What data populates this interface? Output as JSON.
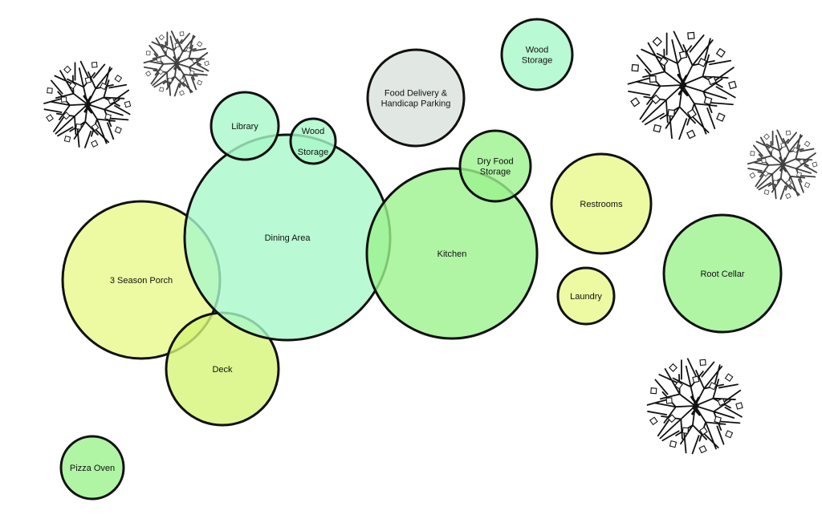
{
  "colors": {
    "yellow": "#e9f98a",
    "lime": "#d6f577",
    "mint": "#a8f8c8",
    "green": "#9bf28d",
    "gray": "#d9e2dc",
    "outline": "#111111"
  },
  "bubbles": [
    {
      "id": "3-season-porch",
      "lines": [
        "3 Season Porch"
      ],
      "color": "yellow"
    },
    {
      "id": "pizza-oven",
      "lines": [
        "Pizza Oven"
      ],
      "color": "green"
    },
    {
      "id": "deck",
      "lines": [
        "Deck"
      ],
      "color": "lime"
    },
    {
      "id": "dining-area",
      "lines": [
        "Dining Area"
      ],
      "color": "mint"
    },
    {
      "id": "library",
      "lines": [
        "Library"
      ],
      "color": "mint"
    },
    {
      "id": "wood-storage-small",
      "lines": [
        "Wood",
        "Storage"
      ],
      "color": "mint"
    },
    {
      "id": "food-delivery",
      "lines": [
        "Food Delivery &",
        "Handicap Parking"
      ],
      "color": "gray"
    },
    {
      "id": "wood-storage",
      "lines": [
        "Wood",
        "Storage"
      ],
      "color": "mint"
    },
    {
      "id": "kitchen",
      "lines": [
        "Kitchen"
      ],
      "color": "green"
    },
    {
      "id": "dry-food-storage",
      "lines": [
        "Dry Food",
        "Storage"
      ],
      "color": "green"
    },
    {
      "id": "restrooms",
      "lines": [
        "Restrooms"
      ],
      "color": "yellow"
    },
    {
      "id": "laundry",
      "lines": [
        "Laundry"
      ],
      "color": "yellow"
    },
    {
      "id": "root-cellar",
      "lines": [
        "Root Cellar"
      ],
      "color": "green"
    }
  ],
  "trees": [
    {
      "id": "tree-1",
      "icon": "tree-icon"
    },
    {
      "id": "tree-2",
      "icon": "tree-icon"
    },
    {
      "id": "tree-3",
      "icon": "tree-icon"
    },
    {
      "id": "tree-4",
      "icon": "tree-icon"
    },
    {
      "id": "tree-5",
      "icon": "tree-icon"
    }
  ]
}
